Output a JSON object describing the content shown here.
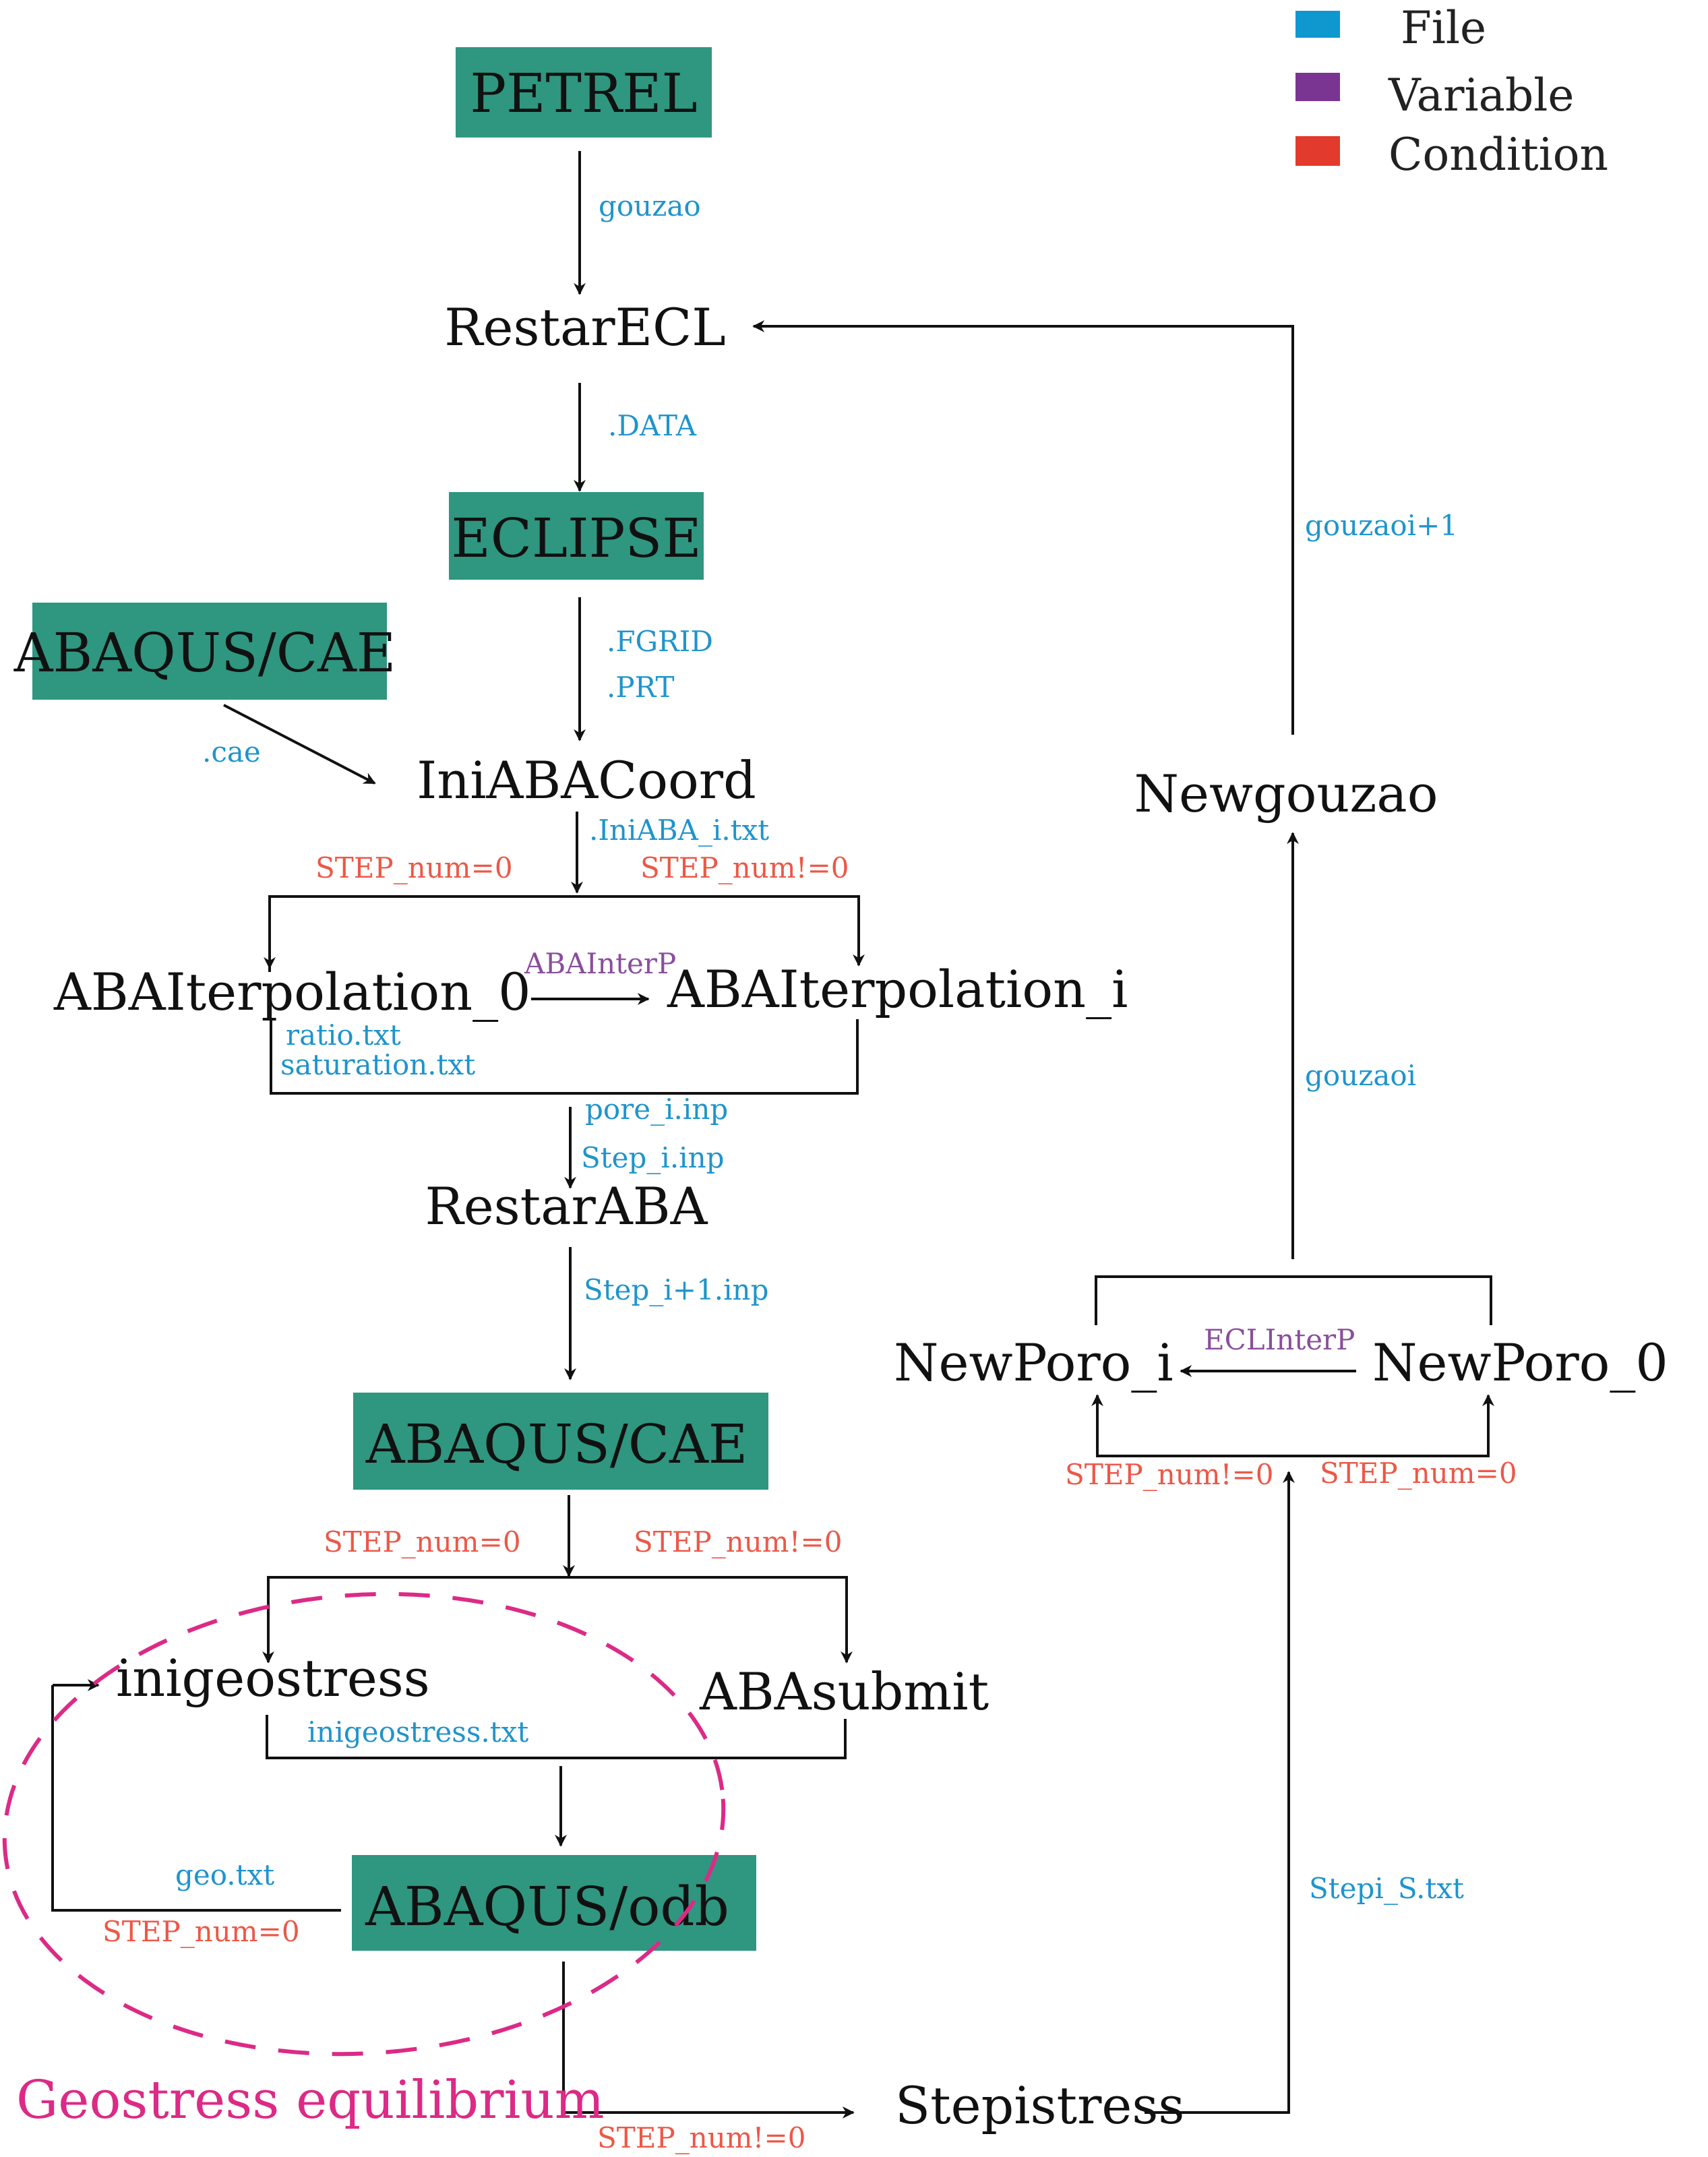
{
  "legend": [
    {
      "label": "File",
      "color": "#0f98d0"
    },
    {
      "label": "Variable",
      "color": "#7a3592"
    },
    {
      "label": "Condition",
      "color": "#e33a2e"
    }
  ],
  "colors": {
    "box_fill": "#2f9680",
    "file": "#1f94cc",
    "variable": "#8a4e9c",
    "condition": "#ec5847",
    "highlight": "#dc2a86",
    "line": "#111111"
  },
  "boxes": {
    "petrel": "PETREL",
    "eclipse": "ECLIPSE",
    "abaqus_cae_top": "ABAQUS/CAE",
    "abaqus_cae_mid": "ABAQUS/CAE",
    "abaqus_odb": "ABAQUS/odb"
  },
  "nodes": {
    "restarecl": "RestarECL",
    "iniabacoord": "IniABACoord",
    "abainterp_0": "ABAIterpolation_0",
    "abainterp_i": "ABAIterpolation_i",
    "restaraba": "RestarABA",
    "inigeostress": "inigeostress",
    "abasubmit": "ABAsubmit",
    "stepistress": "Stepistress",
    "newgouzao": "Newgouzao",
    "newporo_i": "NewPoro_i",
    "newporo_0": "NewPoro_0"
  },
  "files": {
    "gouzao": "gouzao",
    "data": ".DATA",
    "fgrid": ".FGRID",
    "prt": ".PRT",
    "cae": ".cae",
    "iniaba_txt": ".IniABA_i.txt",
    "ratio": "ratio.txt",
    "saturation": "saturation.txt",
    "pore_inp": "pore_i.inp",
    "step_inp": "Step_i.inp",
    "step_next_inp": "Step_i+1.inp",
    "inigeostress_txt": "inigeostress.txt",
    "geo_txt": "geo.txt",
    "stepi_s": "Stepi_S.txt",
    "gouzaoi": "gouzaoi",
    "gouzaoi_next": "gouzaoi+1"
  },
  "variables": {
    "abainterp": "ABAInterP",
    "eclinterp": "ECLInterP"
  },
  "conditions": {
    "step_eq0_a": "STEP_num=0",
    "step_ne0_a": "STEP_num!=0",
    "step_eq0_b": "STEP_num=0",
    "step_ne0_b": "STEP_num!=0",
    "step_eq0_geo": "STEP_num=0",
    "step_ne0_odb": "STEP_num!=0",
    "step_ne0_right": "STEP_num!=0",
    "step_eq0_right": "STEP_num=0"
  },
  "caption": "Geostress equilibrium"
}
